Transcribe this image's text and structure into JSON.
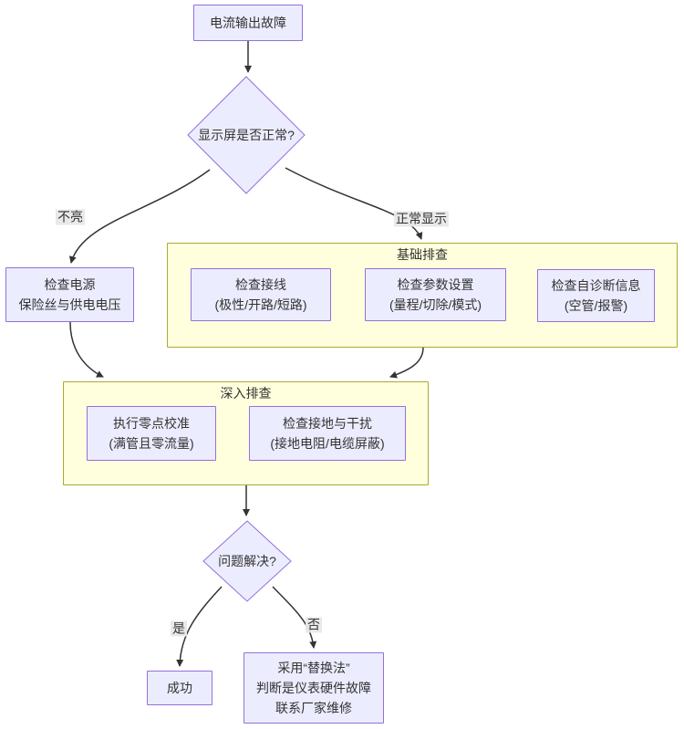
{
  "flowchart": {
    "nodes": {
      "start": {
        "label": "电流输出故障"
      },
      "display_decision": {
        "label": "显示屏是否正常?"
      },
      "check_power": {
        "lines": [
          "检查电源",
          "保险丝与供电电压"
        ]
      },
      "check_wiring": {
        "lines": [
          "检查接线",
          "(极性/开路/短路)"
        ]
      },
      "check_params": {
        "lines": [
          "检查参数设置",
          "(量程/切除/模式)"
        ]
      },
      "check_diag": {
        "lines": [
          "检查自诊断信息",
          "(空管/报警)"
        ]
      },
      "zero_cal": {
        "lines": [
          "执行零点校准",
          "(满管且零流量)"
        ]
      },
      "grounding": {
        "lines": [
          "检查接地与干扰",
          "(接地电阻/电缆屏蔽)"
        ]
      },
      "solved_decision": {
        "label": "问题解决?"
      },
      "success": {
        "label": "成功"
      },
      "replace": {
        "lines": [
          "采用“替换法”",
          "判断是仪表硬件故障",
          "联系厂家维修"
        ]
      }
    },
    "subgraphs": {
      "basic": {
        "title": "基础排查"
      },
      "deep": {
        "title": "深入排查"
      }
    },
    "edge_labels": {
      "not_lit": "不亮",
      "normal": "正常显示",
      "yes": "是",
      "no": "否"
    },
    "colors": {
      "node_fill": "#ECECFF",
      "node_border": "#9370DB",
      "subgraph_fill": "#FFFFDE",
      "subgraph_border": "#AAAA33",
      "edge_stroke": "#333333",
      "edge_label_bg": "#E8E8E8",
      "text": "#333333"
    }
  }
}
